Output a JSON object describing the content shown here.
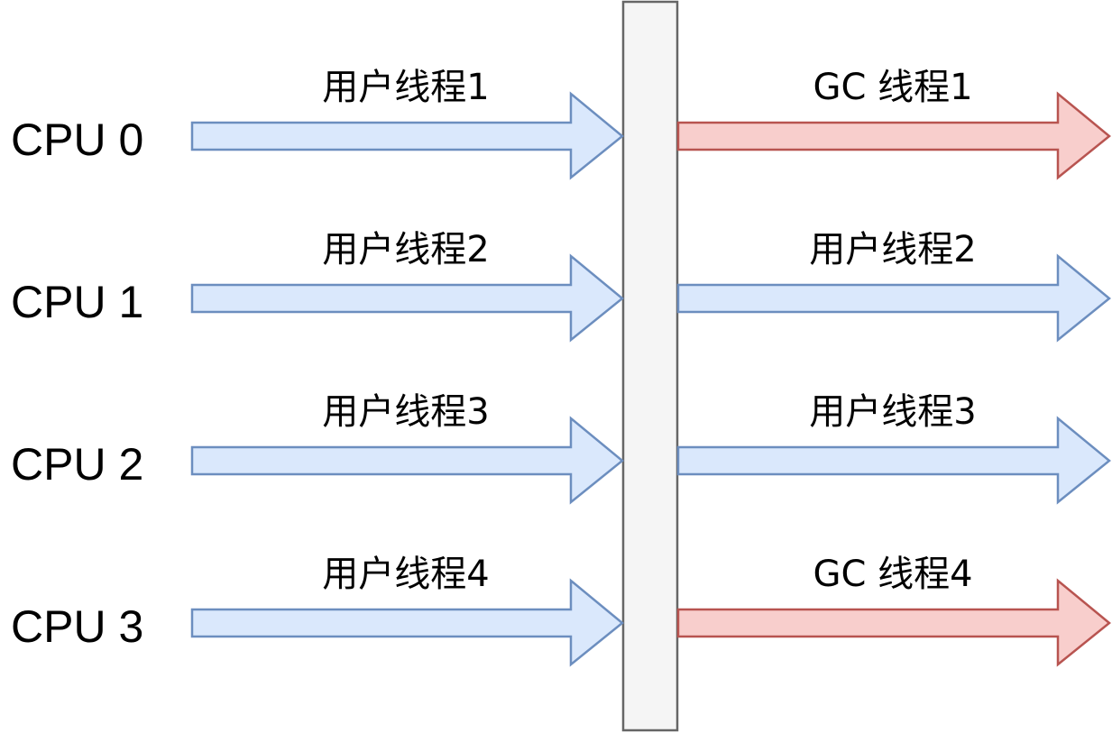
{
  "colors": {
    "user_thread_fill": "#dae8fc",
    "user_thread_stroke": "#6c8ebf",
    "gc_thread_fill": "#f8cecc",
    "gc_thread_stroke": "#b85450",
    "barrier_fill": "#f5f5f5",
    "barrier_stroke": "#666666"
  },
  "rows": [
    {
      "cpu": "CPU 0",
      "before": {
        "label": "用户线程1",
        "kind": "user"
      },
      "after": {
        "label": "GC 线程1",
        "kind": "gc"
      }
    },
    {
      "cpu": "CPU 1",
      "before": {
        "label": "用户线程2",
        "kind": "user"
      },
      "after": {
        "label": "用户线程2",
        "kind": "user"
      }
    },
    {
      "cpu": "CPU 2",
      "before": {
        "label": "用户线程3",
        "kind": "user"
      },
      "after": {
        "label": "用户线程3",
        "kind": "user"
      }
    },
    {
      "cpu": "CPU 3",
      "before": {
        "label": "用户线程4",
        "kind": "user"
      },
      "after": {
        "label": "GC 线程4",
        "kind": "gc"
      }
    }
  ]
}
